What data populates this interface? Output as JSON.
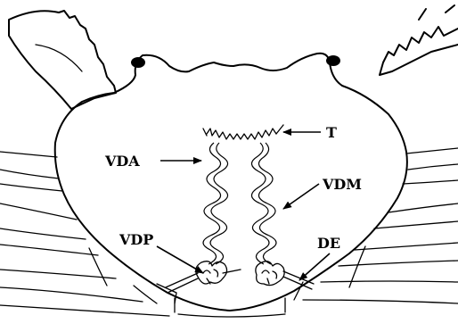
{
  "labels": {
    "t": "T",
    "vda": "VDA",
    "vdm": "VDM",
    "vdp": "VDP",
    "de": "DE"
  }
}
